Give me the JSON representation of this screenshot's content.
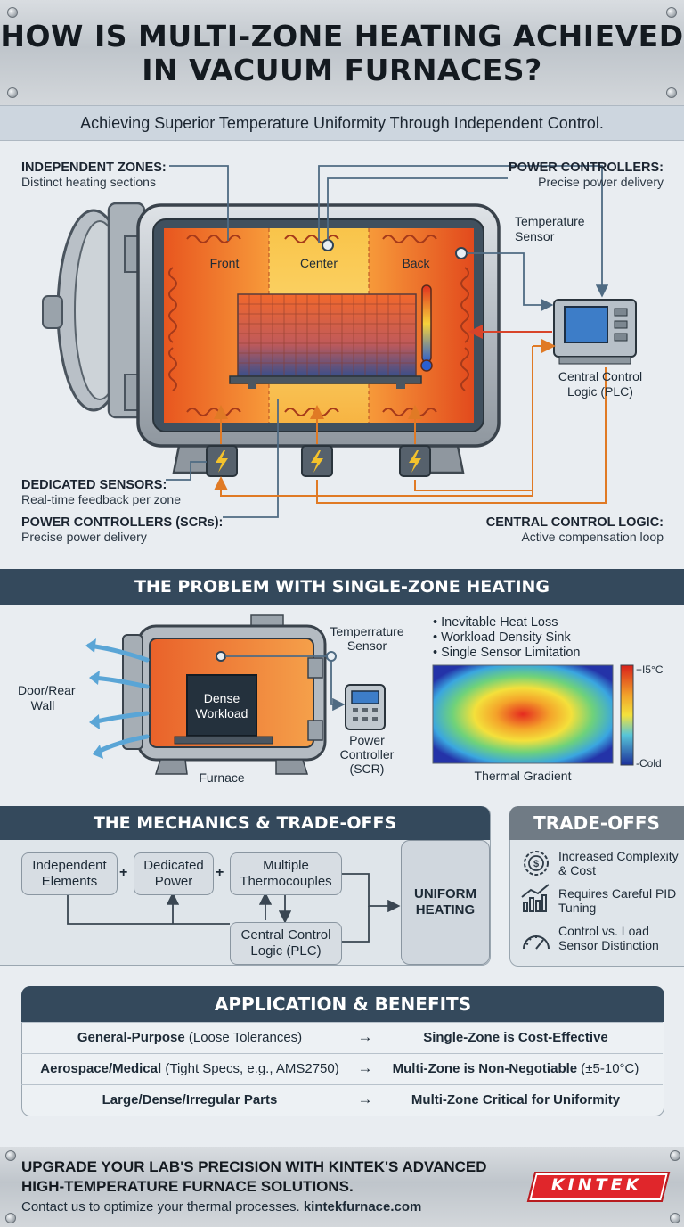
{
  "header": {
    "title": "HOW IS MULTI-ZONE HEATING ACHIEVED IN VACUUM FURNACES?"
  },
  "subtitle": "Achieving Superior Temperature Uniformity Through Independent Control.",
  "diagram": {
    "zones": [
      "Front",
      "Center",
      "Back"
    ],
    "temp_sensor": "Temperature Sensor",
    "plc": "Central Control Logic (PLC)",
    "callouts": {
      "independent_zones": {
        "title": "INDEPENDENT ZONES:",
        "desc": "Distinct heating sections"
      },
      "power_controllers_top": {
        "title": "POWER CONTROLLERS:",
        "desc": "Precise power delivery"
      },
      "dedicated_sensors": {
        "title": "DEDICATED SENSORS:",
        "desc": "Real-time feedback per zone"
      },
      "power_controllers_scr": {
        "title": "POWER CONTROLLERS (SCRs):",
        "desc": "Precise power delivery"
      },
      "central_control": {
        "title": "CENTRAL CONTROL LOGIC:",
        "desc": "Active compensation loop"
      }
    }
  },
  "problem": {
    "title": "THE PROBLEM WITH SINGLE-ZONE HEATING",
    "door_label": "Door/Rear Wall",
    "temp_sensor": "Temperrature Sensor",
    "workload": "Dense Workload",
    "furnace": "Furnace",
    "controller": "Power Controller (SCR)",
    "bullets": [
      "Inevitable Heat Loss",
      "Workload Density Sink",
      "Single Sensor Limitation"
    ],
    "gradient_caption": "Thermal Gradient",
    "scale_max": "+I5°C",
    "scale_min": "-Cold"
  },
  "mechanics": {
    "title": "THE MECHANICS & TRADE-OFFS",
    "boxes": [
      "Independent Elements",
      "Dedicated Power",
      "Multiple Thermocouples",
      "Central Control Logic (PLC)"
    ],
    "plus": "+",
    "result": "UNIFORM HEATING"
  },
  "tradeoffs": {
    "title": "TRADE-OFFS",
    "items": [
      {
        "icon": "gears-dollar-icon",
        "text": "Increased Complexity & Cost"
      },
      {
        "icon": "trend-chart-icon",
        "text": "Requires Careful PID Tuning"
      },
      {
        "icon": "gauge-icon",
        "text": "Control vs. Load Sensor Distinction"
      }
    ]
  },
  "applications": {
    "title": "APPLICATION & BENEFITS",
    "rows": [
      {
        "left_bold": "General-Purpose",
        "left_rest": " (Loose Tolerances)",
        "arrow": "→",
        "right_bold": "Single-Zone is Cost-Effective",
        "right_rest": ""
      },
      {
        "left_bold": "Aerospace/Medical",
        "left_rest": " (Tight Specs, e.g., AMS2750)",
        "arrow": "→",
        "right_bold": "Multi-Zone is Non-Negotiable",
        "right_rest": " (±5-10°C)"
      },
      {
        "left_bold": "Large/Dense/Irregular Parts",
        "left_rest": "",
        "arrow": "→",
        "right_bold": "Multi-Zone Critical for Uniformity",
        "right_rest": ""
      }
    ]
  },
  "footer": {
    "headline": "UPGRADE YOUR LAB'S PRECISION WITH KINTEK'S ADVANCED HIGH-TEMPERATURE FURNACE SOLUTIONS.",
    "contact": "Contact us to optimize your thermal processes.",
    "url": "kintekfurnace.com",
    "logo": "KINTEK"
  }
}
